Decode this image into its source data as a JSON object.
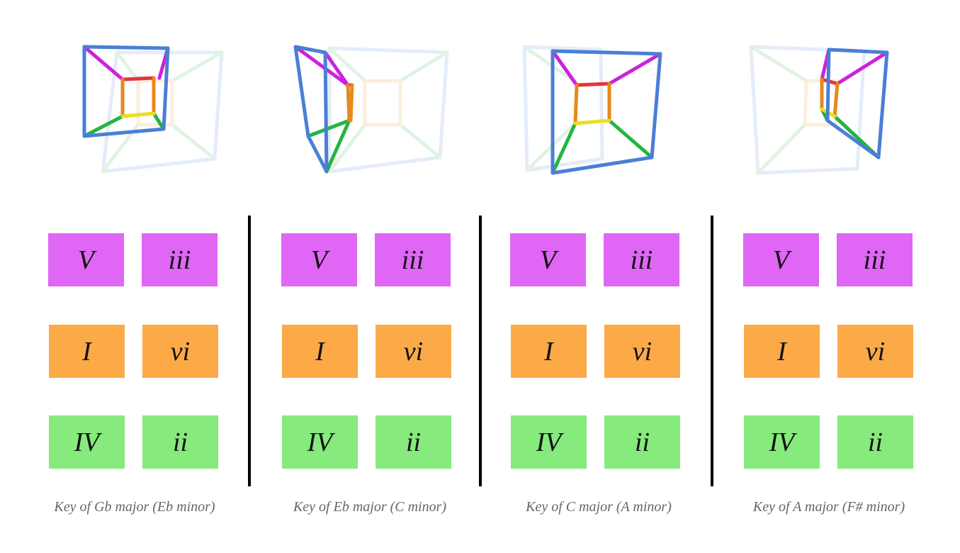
{
  "colors": {
    "dominant": "#e066f5",
    "tonic": "#fcaa48",
    "subdominant": "#86ea7c",
    "cube_frame": "#4a7fd6",
    "cube_magenta": "#cc22dd",
    "cube_red": "#e8333a",
    "cube_orange": "#e58a1c",
    "cube_yellow": "#e8e020",
    "cube_green": "#22b540"
  },
  "panels": [
    {
      "caption": "Key of Gb major (Eb minor)",
      "chords": [
        {
          "label": "V",
          "role": "dominant"
        },
        {
          "label": "iii",
          "role": "dominant"
        },
        {
          "label": "I",
          "role": "tonic"
        },
        {
          "label": "vi",
          "role": "tonic"
        },
        {
          "label": "IV",
          "role": "subdominant"
        },
        {
          "label": "ii",
          "role": "subdominant"
        }
      ]
    },
    {
      "caption": "Key of Eb major (C minor)",
      "chords": [
        {
          "label": "V",
          "role": "dominant"
        },
        {
          "label": "iii",
          "role": "dominant"
        },
        {
          "label": "I",
          "role": "tonic"
        },
        {
          "label": "vi",
          "role": "tonic"
        },
        {
          "label": "IV",
          "role": "subdominant"
        },
        {
          "label": "ii",
          "role": "subdominant"
        }
      ]
    },
    {
      "caption": "Key of C major (A minor)",
      "chords": [
        {
          "label": "V",
          "role": "dominant"
        },
        {
          "label": "iii",
          "role": "dominant"
        },
        {
          "label": "I",
          "role": "tonic"
        },
        {
          "label": "vi",
          "role": "tonic"
        },
        {
          "label": "IV",
          "role": "subdominant"
        },
        {
          "label": "ii",
          "role": "subdominant"
        }
      ]
    },
    {
      "caption": "Key of A major (F# minor)",
      "chords": [
        {
          "label": "V",
          "role": "dominant"
        },
        {
          "label": "iii",
          "role": "dominant"
        },
        {
          "label": "I",
          "role": "tonic"
        },
        {
          "label": "vi",
          "role": "tonic"
        },
        {
          "label": "IV",
          "role": "subdominant"
        },
        {
          "label": "ii",
          "role": "subdominant"
        }
      ]
    }
  ]
}
